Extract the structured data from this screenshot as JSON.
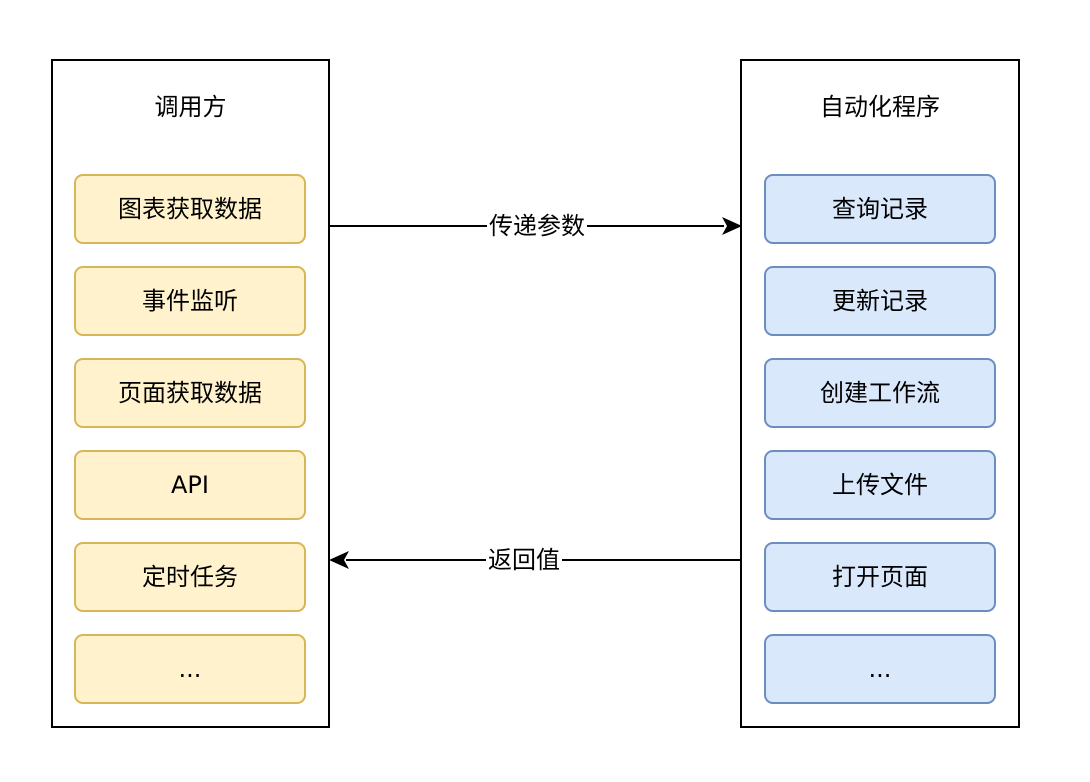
{
  "left_panel": {
    "title": "调用方",
    "items": [
      "图表获取数据",
      "事件监听",
      "页面获取数据",
      "API",
      "定时任务",
      "..."
    ]
  },
  "right_panel": {
    "title": "自动化程序",
    "items": [
      "查询记录",
      "更新记录",
      "创建工作流",
      "上传文件",
      "打开页面",
      "..."
    ]
  },
  "edges": {
    "forward_label": "传递参数",
    "return_label": "返回值"
  },
  "colors": {
    "left_fill": "#fff2cc",
    "left_stroke": "#d6b656",
    "right_fill": "#dae8fc",
    "right_stroke": "#6c8ebf",
    "line": "#000000"
  }
}
